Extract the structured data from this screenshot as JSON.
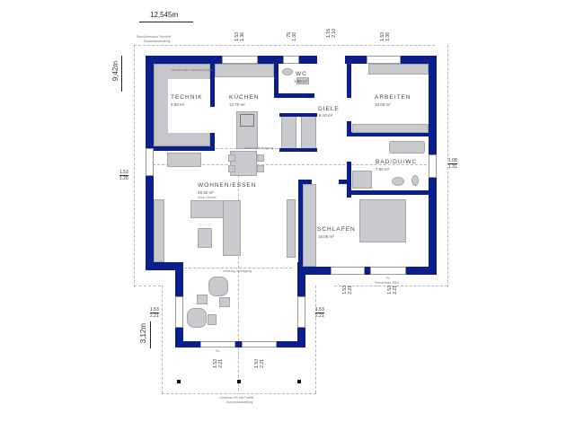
{
  "plan": {
    "width_label": "12,545m",
    "depth_label": "9,42m",
    "terrace_depth_label": "3,12m",
    "roof_note_line1": "Dachüberstand \"Komfort\"",
    "roof_note_line2": "Sonderausstattung",
    "bottom_note_line1": "Glashaus GS mit Podest",
    "bottom_note_line2": "Sonderausstattung",
    "wall_color": "#0b1f8a",
    "furniture_color": "#c9cace"
  },
  "rooms": [
    {
      "name": "TECHNIK",
      "area": "9.08 m²"
    },
    {
      "name": "KÜCHEN",
      "area": "12.70 m²"
    },
    {
      "name": "WC",
      "area": "1.86 m²"
    },
    {
      "name": "DIELE",
      "area": "9.10 m²"
    },
    {
      "name": "ARBEITEN",
      "area": "10.09 m²"
    },
    {
      "name": "BAD/DU/WC",
      "area": "7.80 m²"
    },
    {
      "name": "WOHNEN/ESSEN",
      "area": "45.92 m²",
      "sub": "Sock.+Decke"
    },
    {
      "name": "SCHLAFEN",
      "area": "18.09 m²"
    }
  ],
  "labels": {
    "technik_note": "Haustechnik / Hausanschluss",
    "beam_note": "Unterzug Schrägung",
    "window_note": "Fenstersatz 4564",
    "fu": "Fu"
  },
  "dimensions": {
    "top": [
      {
        "a": "1.53",
        "b": "1.36"
      },
      {
        "a": ".75",
        "b": "1.36"
      },
      {
        "a": "1.15",
        "b": "2.10"
      },
      {
        "a": "1.53",
        "b": "1.36"
      }
    ],
    "left_living": {
      "a": "1.53",
      "b": "1.26"
    },
    "right_bath": {
      "a": "1.08",
      "b": "1.31"
    },
    "terrace_left": {
      "a": "1.53",
      "b": "2.21"
    },
    "terrace_right": {
      "a": "1.53",
      "b": "2.21"
    },
    "terrace_bottom_1": {
      "a": "1.53",
      "b": "2.21"
    },
    "terrace_bottom_2": {
      "a": "1.53",
      "b": "2.21"
    },
    "bedroom_bottom_1": {
      "a": "1.53",
      "b": "2.21"
    },
    "bedroom_bottom_2": {
      "a": "1.53",
      "b": "2.21"
    }
  }
}
